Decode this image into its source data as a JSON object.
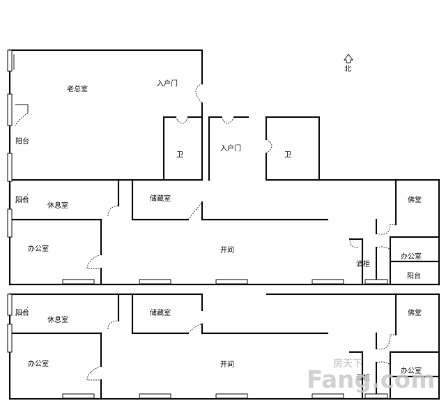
{
  "compass": {
    "label": "北",
    "icon": "north-arrow-icon"
  },
  "upper_floor": {
    "boss_office": "老总室",
    "entry_door_top": "入户门",
    "entry_door_center": "入户门",
    "balcony_left_top": "阳台",
    "toilet_left": "卫",
    "toilet_right": "卫",
    "balcony_left": "阳台",
    "lounge": "休息室",
    "storage": "储藏室",
    "buddha_room": "佛堂",
    "office_left": "办公室",
    "open_area": "开间",
    "wine_cabinet": "酒柜",
    "office_small": "办公室",
    "balcony_right": "阳台"
  },
  "lower_floor": {
    "balcony_left": "阳台",
    "lounge": "休息室",
    "storage": "储藏室",
    "buddha_room": "佛堂",
    "office_left": "办公室",
    "open_area": "开间",
    "wine_cabinet": "酒柜",
    "office_small": "办公室"
  },
  "watermark": {
    "brand": "房天下",
    "text": "Fang.com"
  }
}
